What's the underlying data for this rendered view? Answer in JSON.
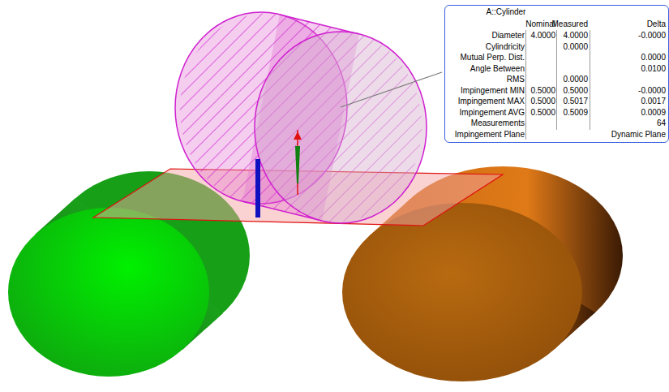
{
  "diagram": {
    "nodes": [
      {
        "text": [
          "A::Cylinder"
        ]
      }
    ],
    "labels": [
      "Nominal",
      "Measured",
      "Delta",
      "Diameter",
      "4.0000",
      "4.0000",
      "-0.0000",
      "Cylindricity",
      "0.0000",
      "Mutual Perp. Dist.",
      "0.0000",
      "Angle Between",
      "0.0100",
      "RMS",
      "0.0000",
      "Impingement MIN",
      "0.5000",
      "0.5000",
      "-0.0000",
      "Impingement MAX",
      "0.5000",
      "0.5017",
      "0.0017",
      "Impingement AVG",
      "0.5000",
      "0.5009",
      "0.0009",
      "Measurements",
      "64",
      "Impingement Plane",
      "Dynamic Plane"
    ]
  }
}
